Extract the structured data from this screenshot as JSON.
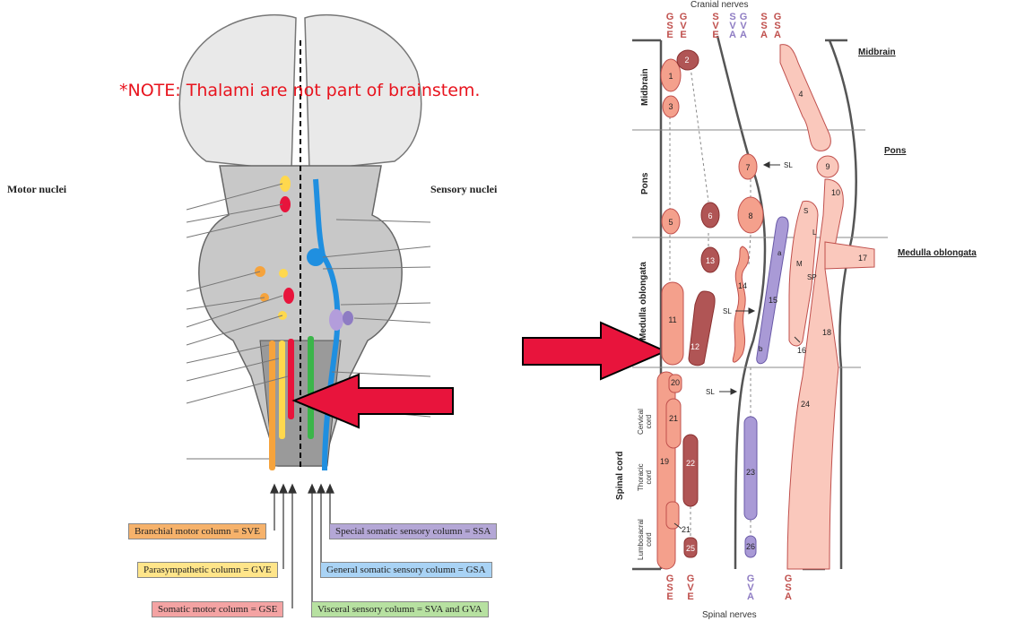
{
  "left_panel": {
    "note": "*NOTE: Thalami are not part of brainstem.",
    "motor_label": "Motor nuclei",
    "sensory_label": "Sensory nuclei",
    "legend": [
      {
        "label": "Branchial motor column = SVE",
        "color": "#f6b26b"
      },
      {
        "label": "Parasympathetic column = GVE",
        "color": "#ffe58a"
      },
      {
        "label": "Somatic motor column = GSE",
        "color": "#f4a3a3"
      },
      {
        "label": "Special somatic sensory column = SSA",
        "color": "#b4a7d6"
      },
      {
        "label": "General somatic sensory column = GSA",
        "color": "#a9d3f5"
      },
      {
        "label": "Visceral sensory column = SVA and GVA",
        "color": "#b7e1a1"
      }
    ]
  },
  "right_panel": {
    "top_title": "Cranial nerves",
    "bottom_title": "Spinal nerves",
    "top_columns": [
      {
        "text": "G\nS\nE",
        "color": "#c0504d"
      },
      {
        "text": "G\nV\nE",
        "color": "#c0504d"
      },
      {
        "text": "S\nV\nE",
        "color": "#c0504d"
      },
      {
        "text": "S\nV\nA",
        "color": "#8e7cc3"
      },
      {
        "text": "G\nV\nA",
        "color": "#8e7cc3"
      },
      {
        "text": "S\nS\nA",
        "color": "#c0504d"
      },
      {
        "text": "G\nS\nA",
        "color": "#c0504d"
      }
    ],
    "bottom_columns": [
      {
        "text": "G\nS\nE",
        "color": "#c0504d"
      },
      {
        "text": "G\nV\nE",
        "color": "#c0504d"
      },
      {
        "text": "G\nV\nA",
        "color": "#8e7cc3"
      },
      {
        "text": "G\nS\nA",
        "color": "#c0504d"
      }
    ],
    "regions_left": [
      "Midbrain",
      "Pons",
      "Medulla oblongata",
      "Spinal cord"
    ],
    "regions_right": [
      "Midbrain",
      "Pons",
      "Medulla oblongata"
    ],
    "cord_parts": [
      "Cervical\ncord",
      "Thoracic\ncord",
      "Lumbosacral\ncord"
    ],
    "nuclei_numbers": [
      "1",
      "2",
      "3",
      "4",
      "5",
      "6",
      "7",
      "8",
      "9",
      "10",
      "11",
      "12",
      "13",
      "14",
      "15",
      "16",
      "17",
      "18",
      "19",
      "20",
      "21",
      "21",
      "22",
      "23",
      "24",
      "25",
      "26"
    ],
    "small_labels": [
      "SL",
      "SL",
      "SL",
      "S",
      "L",
      "M",
      "SP",
      "a",
      "b"
    ]
  }
}
